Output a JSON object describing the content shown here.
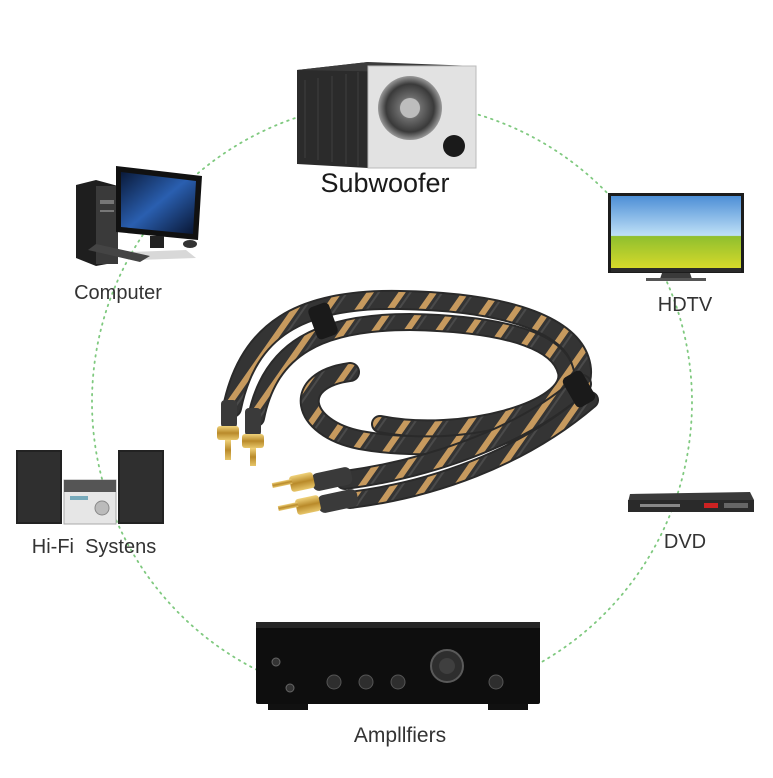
{
  "labels": {
    "subwoofer": "Subwoofer",
    "computer": "Computer",
    "hdtv": "HDTV",
    "hifi": "Hi-Fi  Systens",
    "dvd": "DVD",
    "amplifiers": "Ampllfiers"
  },
  "colors": {
    "circle": "#7fc97f",
    "cable_dark": "#2e2e2e",
    "cable_stripe": "#c79a5e",
    "gold": "#c9a13a"
  },
  "icons": [
    "subwoofer-icon",
    "computer-icon",
    "hdtv-icon",
    "hifi-system-icon",
    "dvd-player-icon",
    "amplifier-icon",
    "rca-cable-icon"
  ]
}
